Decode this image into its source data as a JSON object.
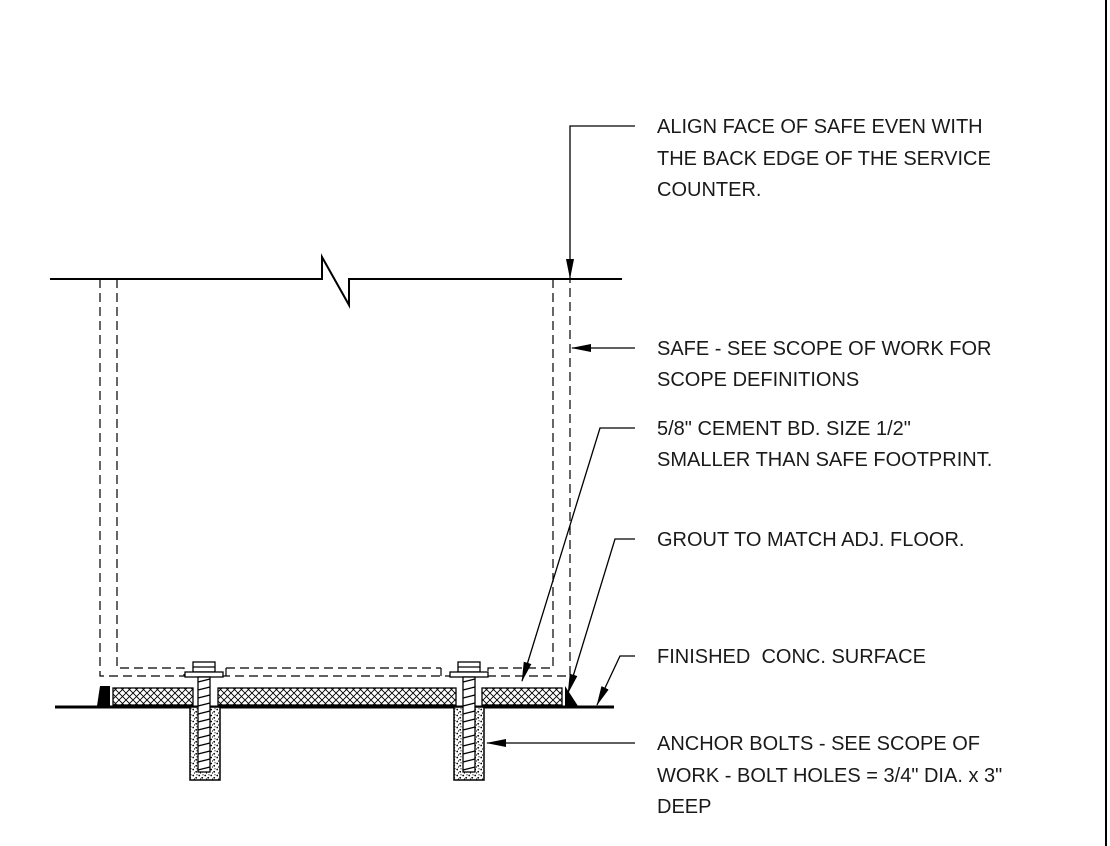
{
  "notes": {
    "align_face": [
      "ALIGN FACE OF SAFE EVEN WITH",
      "THE BACK EDGE OF THE SERVICE",
      "COUNTER."
    ],
    "safe": [
      "SAFE - SEE SCOPE OF WORK FOR",
      "SCOPE DEFINITIONS"
    ],
    "cement_board": [
      "5/8\" CEMENT BD. SIZE 1/2\"",
      "SMALLER THAN SAFE FOOTPRINT."
    ],
    "grout": [
      "GROUT TO MATCH ADJ. FLOOR."
    ],
    "finished_surface": [
      "FINISHED  CONC. SURFACE"
    ],
    "anchor_bolts": [
      "ANCHOR BOLTS - SEE SCOPE OF",
      "WORK - BOLT HOLES = 3/4\" DIA. x 3\"",
      "DEEP"
    ]
  }
}
